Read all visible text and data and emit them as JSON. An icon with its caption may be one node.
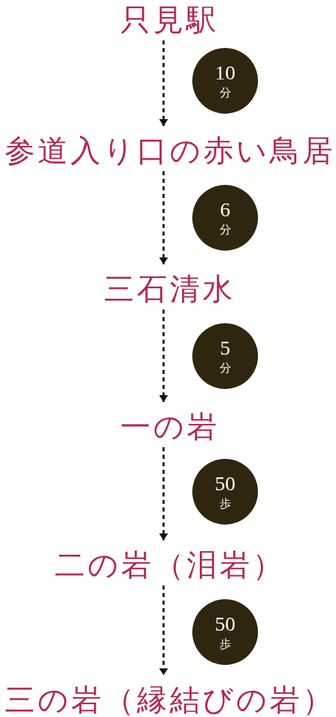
{
  "diagram": {
    "nodes": [
      {
        "text": [
          "只見駅"
        ]
      },
      {
        "text": [
          "10",
          "分"
        ]
      },
      {
        "text": [
          "参道入り口の赤い鳥居"
        ]
      },
      {
        "text": [
          "6",
          "分"
        ]
      },
      {
        "text": [
          "三石清水"
        ]
      },
      {
        "text": [
          "5",
          "分"
        ]
      },
      {
        "text": [
          "一の岩"
        ]
      },
      {
        "text": [
          "50",
          "歩"
        ]
      },
      {
        "text": [
          "二の岩（泪岩）"
        ]
      },
      {
        "text": [
          "50",
          "歩"
        ]
      },
      {
        "text": [
          "三の岩（縁結びの岩）"
        ]
      }
    ],
    "edges": [
      {
        "from": 0,
        "to": 2,
        "arrow": "to",
        "style": "dashed"
      },
      {
        "from": 2,
        "to": 4,
        "arrow": "to",
        "style": "dashed"
      },
      {
        "from": 4,
        "to": 6,
        "arrow": "to",
        "style": "dashed"
      },
      {
        "from": 6,
        "to": 8,
        "arrow": "to",
        "style": "dashed"
      },
      {
        "from": 8,
        "to": 10,
        "arrow": "to",
        "style": "dashed"
      }
    ]
  }
}
